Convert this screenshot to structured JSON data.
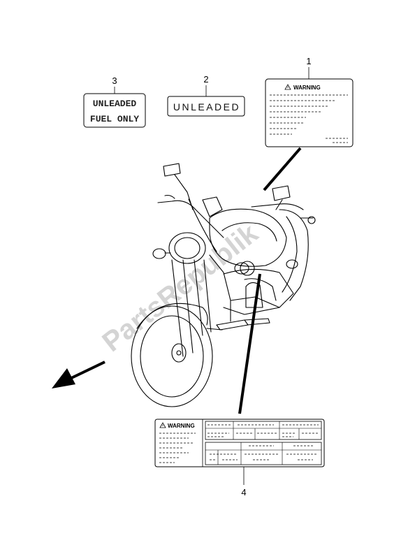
{
  "callouts": {
    "c1": "1",
    "c2": "2",
    "c3": "3",
    "c4": "4"
  },
  "labels": {
    "label3_line1": "UNLEADED",
    "label3_line2": "FUEL ONLY",
    "label2_text": "UNLEADED",
    "label1_warning": "WARNING",
    "label4_warning": "WARNING"
  },
  "watermark": "PartsRepublik",
  "colors": {
    "line": "#000000",
    "watermark": "#d4d4d4",
    "background": "#ffffff"
  },
  "icons": {
    "warning": "warning-triangle-icon",
    "direction": "front-direction-arrow-icon"
  }
}
